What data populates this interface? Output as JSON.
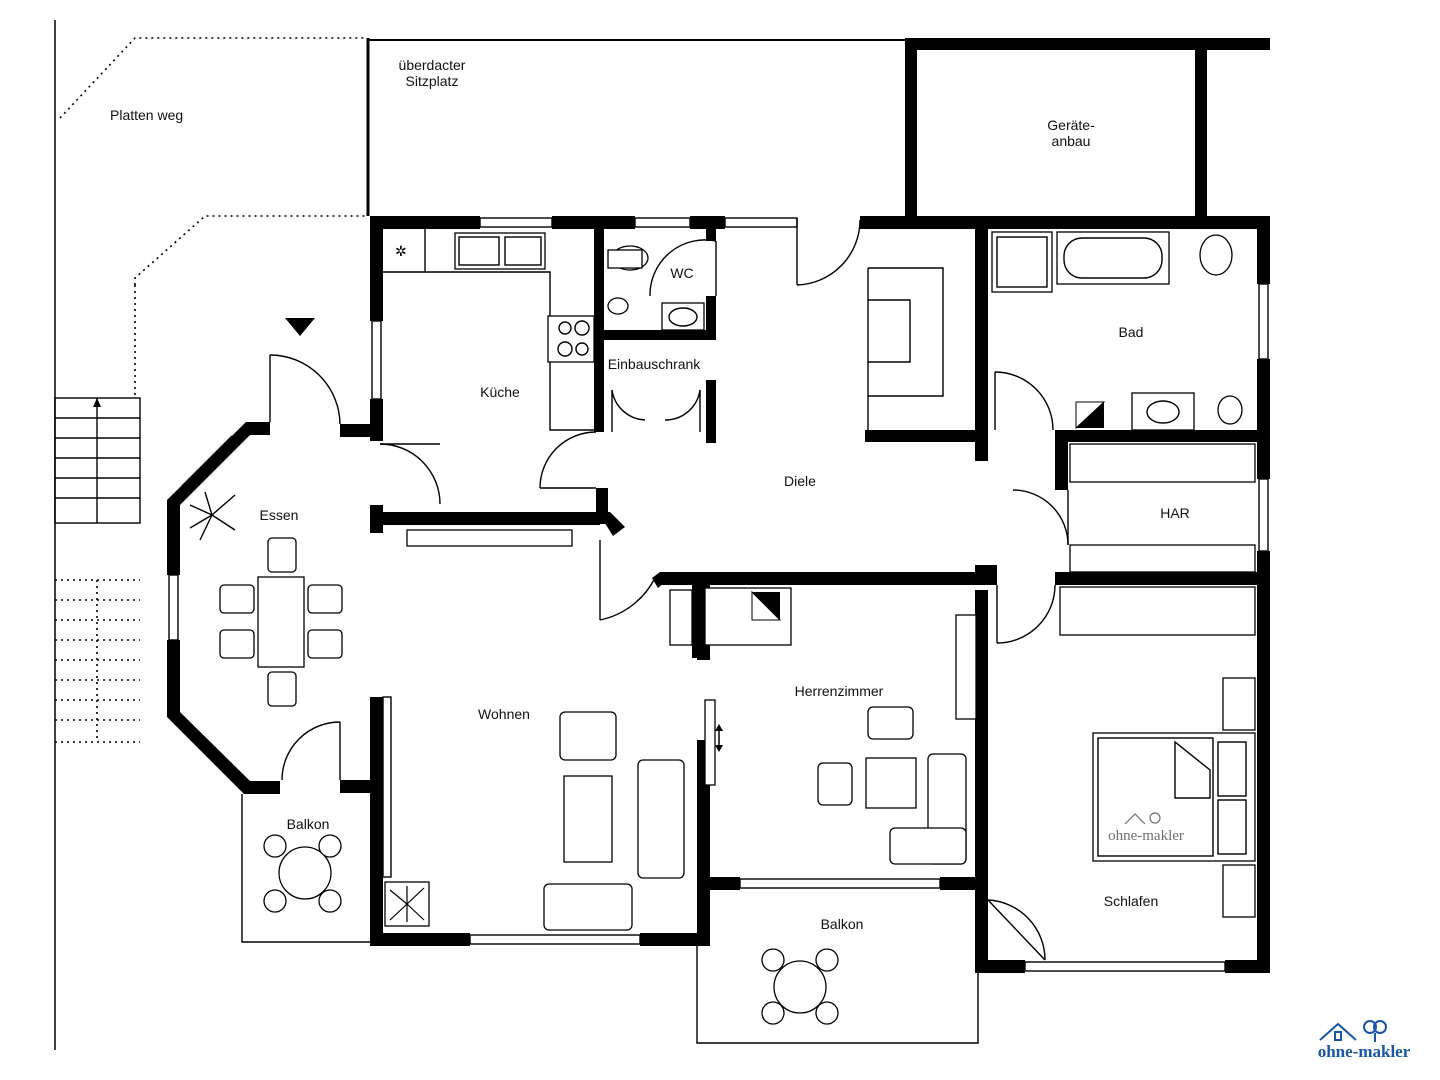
{
  "plan": {
    "rooms": {
      "platten_weg": "Platten weg",
      "sitzplatz_1": "überdacter",
      "sitzplatz_2": "Sitzplatz",
      "geraete_1": "Geräte-",
      "geraete_2": "anbau",
      "wc": "WC",
      "kueche": "Küche",
      "einbauschrank": "Einbauschrank",
      "bad": "Bad",
      "essen": "Essen",
      "diele": "Diele",
      "har": "HAR",
      "herrenzimmer": "Herrenzimmer",
      "wohnen": "Wohnen",
      "balkon_west": "Balkon",
      "balkon_sued": "Balkon",
      "schlafen": "Schlafen"
    },
    "watermark": "ohne-makler",
    "logo": {
      "text": "ohne-makler",
      "color": "#1a56a8"
    },
    "icons": [
      "entrance-arrow-icon",
      "plant-icon",
      "stairs-icon",
      "logo-house-icon"
    ]
  }
}
